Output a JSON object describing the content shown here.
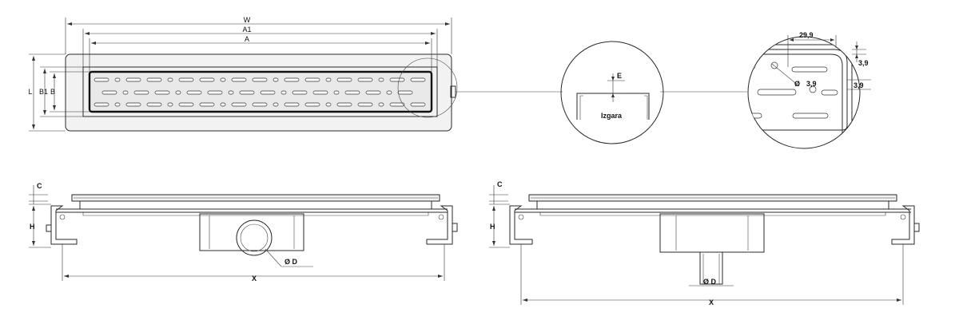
{
  "labels": {
    "w": "W",
    "a1": "A1",
    "a": "A",
    "l": "L",
    "b1": "B1",
    "b": "B",
    "e": "E",
    "izgara": "Izgara",
    "dim_29_9": "29,9",
    "dim_3_9_top": "3,9",
    "dim_3_9_side": "3,9",
    "phi": "Ø",
    "c_left": "C",
    "h_left": "H",
    "d_left": "Ø  D",
    "x_left": "X",
    "c_right": "C",
    "h_right": "H",
    "d_right": "Ø  D",
    "x_right": "X"
  },
  "colors": {
    "line": "#2a2a2a",
    "plate": "#f2f2f2",
    "grate": "#e9e9e9"
  }
}
